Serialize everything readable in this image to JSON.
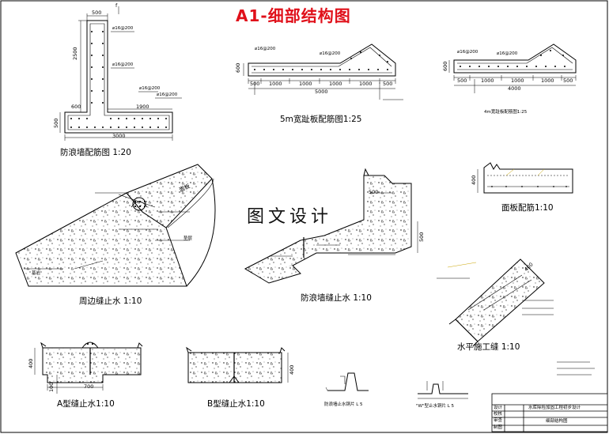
{
  "sheet": {
    "title": "A1-细部结构图",
    "watermark": "图文设计"
  },
  "captions": {
    "wave_wall_rebar": "防浪墙配筋图 1:20",
    "toe_slab_5m": "5m宽趾板配筋图1:25",
    "toe_slab_4m": "4m宽趾板配筋图1:25",
    "face_slab_rebar": "面板配筋1:10",
    "perimeter_joint": "周边缝止水 1:10",
    "wave_wall_joint": "防浪墙缝止水 1:10",
    "horizontal_joint": "水平施工缝 1:10",
    "type_a_joint": "A型缝止水1:10",
    "type_b_joint": "B型缝止水1:10",
    "copper_strip_wave": "防浪墙止水铜片 L 5",
    "w_copper_strip": "\"W\"型止水铜片 L 5"
  },
  "dimensions": {
    "wave_wall": {
      "top_width": "500",
      "height": "2500",
      "step": "600",
      "base_thk": "500",
      "base_right": "1900",
      "total": "3000",
      "marker": "f",
      "rebar_1": "⌀16@200",
      "rebar_2": "⌀16@200",
      "rebar_3": "⌀16@200",
      "rebar_4": "⌀16@200"
    },
    "toe_5m": {
      "segs": [
        "500",
        "1000",
        "1000",
        "1000",
        "1000",
        "500"
      ],
      "total": "5000",
      "thk": "600",
      "rebar_top": "⌀16@200",
      "rebar_bot": "⌀16@200"
    },
    "toe_4m": {
      "segs": [
        "500",
        "1000",
        "1000",
        "1000",
        "500"
      ],
      "total": "4000",
      "thk": "600",
      "rebar_top": "⌀16@200",
      "rebar_bot": "⌀16@200"
    },
    "face_slab": {
      "thk": "400"
    },
    "wave_joint": {
      "a": "500",
      "b": "500"
    },
    "horizontal_joint": {
      "a": "400"
    },
    "type_a": {
      "h": "400",
      "w": "700",
      "base": "100"
    },
    "type_b": {
      "h": "400"
    },
    "perimeter": {
      "slab": "面板",
      "layer": "垫层",
      "base": "基岩"
    }
  },
  "title_block": {
    "rows": [
      "设计",
      "校核",
      "审查",
      "制图"
    ],
    "project": "水库除险加固工程初步设计",
    "drawing": "细部结构图"
  }
}
